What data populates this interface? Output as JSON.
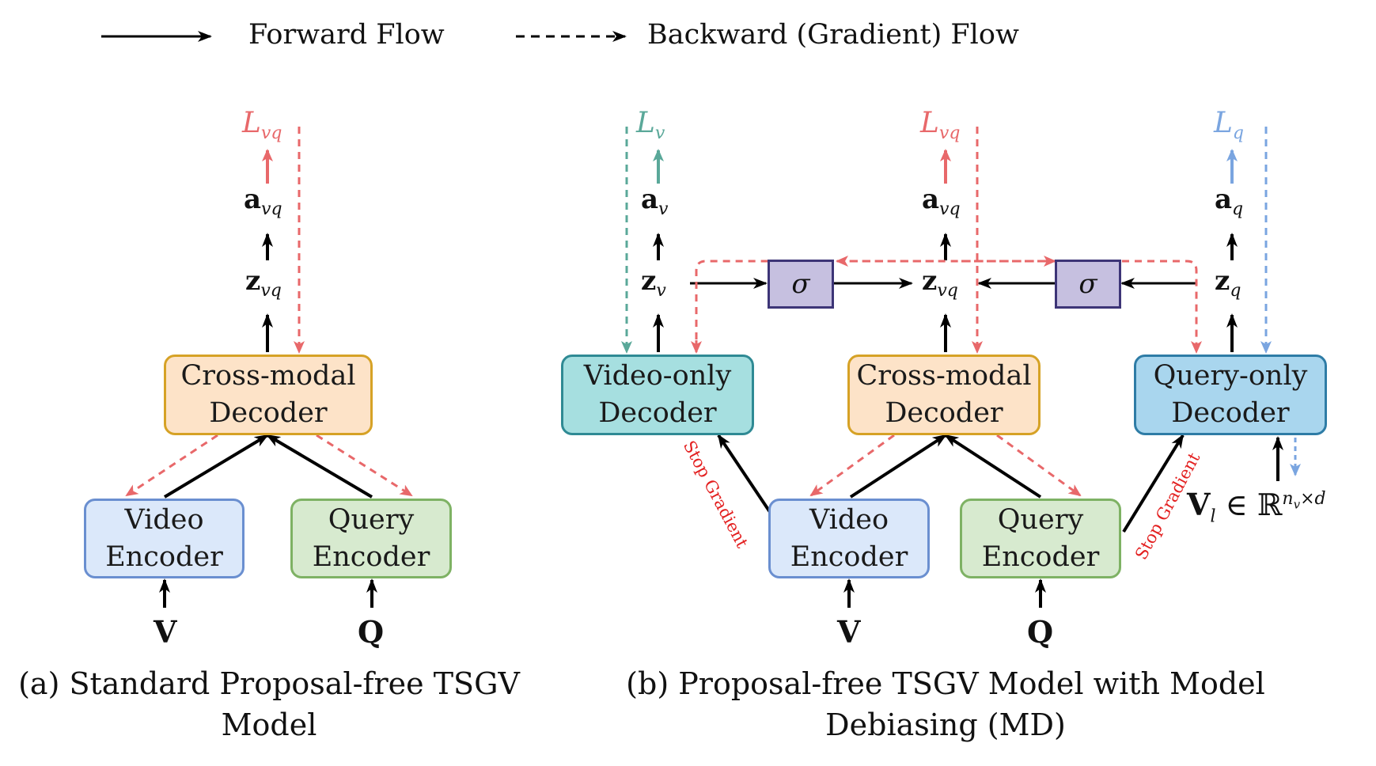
{
  "legend": {
    "forward": "Forward Flow",
    "backward": "Backward (Gradient) Flow"
  },
  "panel_a": {
    "loss": "L",
    "loss_sub": "vq",
    "a_base": "a",
    "a_sub": "vq",
    "z_base": "z",
    "z_sub": "vq",
    "decoder": [
      "Cross-modal",
      "Decoder"
    ],
    "video_encoder": [
      "Video",
      "Encoder"
    ],
    "query_encoder": [
      "Query",
      "Encoder"
    ],
    "input_v": "V",
    "input_q": "Q",
    "caption": [
      "(a) Standard Proposal-free TSGV",
      "Model"
    ]
  },
  "panel_b": {
    "loss_v": "L",
    "loss_v_sub": "v",
    "loss_vq": "L",
    "loss_vq_sub": "vq",
    "loss_q": "L",
    "loss_q_sub": "q",
    "a_base": "a",
    "a_v_sub": "v",
    "a_vq_sub": "vq",
    "a_q_sub": "q",
    "z_base": "z",
    "z_v_sub": "v",
    "z_vq_sub": "vq",
    "z_q_sub": "q",
    "sigma": "σ",
    "video_only_decoder": [
      "Video-only",
      "Decoder"
    ],
    "cross_modal_decoder": [
      "Cross-modal",
      "Decoder"
    ],
    "query_only_decoder": [
      "Query-only",
      "Decoder"
    ],
    "video_encoder": [
      "Video",
      "Encoder"
    ],
    "query_encoder": [
      "Query",
      "Encoder"
    ],
    "input_v": "V",
    "input_q": "Q",
    "stop_gradient": "Stop Gradient",
    "vl_base": "V",
    "vl_sub": "l",
    "vl_in": "∈ ℝ",
    "vl_sup": "n",
    "vl_sup_sub": "v",
    "vl_sup_tail": "×d",
    "caption": [
      "(b) Proposal-free TSGV Model with Model",
      "Debiasing (MD)"
    ]
  },
  "colors": {
    "loss_vq": "#e8686a",
    "loss_v": "#5aa899",
    "loss_q": "#7aa5e0",
    "stop_gradient": "#e32020"
  }
}
